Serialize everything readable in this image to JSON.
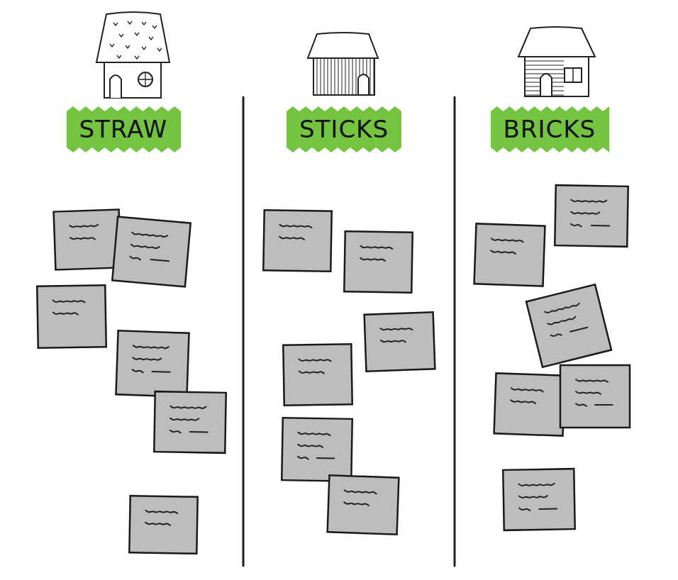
{
  "diagram": {
    "nodes": [
      {
        "text": [
          "STRAW"
        ]
      },
      {
        "text": [
          "STICKS"
        ]
      },
      {
        "text": [
          "BRICKS"
        ]
      }
    ]
  }
}
